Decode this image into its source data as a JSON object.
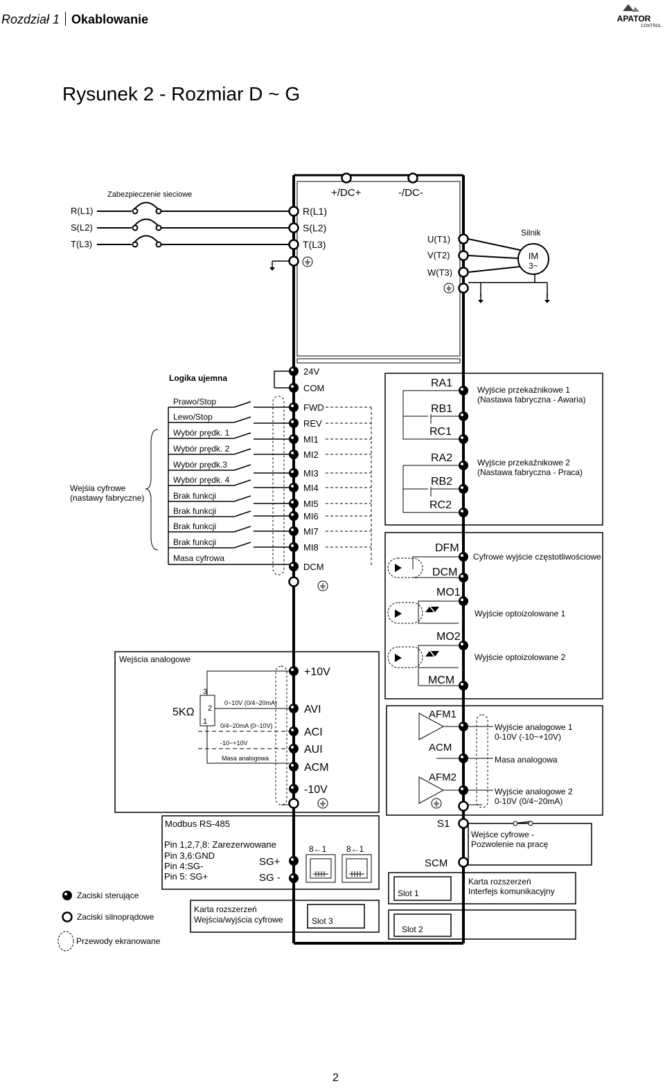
{
  "header": {
    "chapter": "Rozdział 1",
    "section": "Okablowanie",
    "logo_text": "APATOR",
    "logo_sub": "CONTROL"
  },
  "title": "Rysunek 2 - Rozmiar  D ~ G",
  "page_number": "2",
  "power": {
    "fuse_label": "Zabezpieczenie sieciowe",
    "line_inputs": [
      "R(L1)",
      "S(L2)",
      "T(L3)"
    ],
    "drive_inputs": [
      "R(L1)",
      "S(L2)",
      "T(L3)"
    ],
    "dc_labels": [
      "+/DC+",
      "-/DC-"
    ],
    "outputs": [
      "U(T1)",
      "V(T2)",
      "W(T3)"
    ],
    "motor_label": "Silnik",
    "motor_text": [
      "IM",
      "3~"
    ]
  },
  "digital_inputs": {
    "logic_label": "Logika ujemna",
    "group_label": [
      "Wejśia cyfrowe",
      "(nastawy fabryczne)"
    ],
    "functions": [
      "Prawo/Stop",
      "Lewo/Stop",
      "Wybór prędk. 1",
      "Wybór prędk. 2",
      "Wybór prędk.3",
      "Wybór prędk. 4",
      "Brak funkcji",
      "Brak funkcji",
      "Brak funkcji",
      "Brak funkcji",
      "Masa cyfrowa"
    ],
    "terminals": [
      "24V",
      "COM",
      "FWD",
      "REV",
      "MI1",
      "MI2",
      "MI3",
      "MI4",
      "MI5",
      "MI6",
      "MI7",
      "MI8",
      "DCM"
    ]
  },
  "relays": {
    "terminals": [
      "RA1",
      "RB1",
      "RC1",
      "RA2",
      "RB2",
      "RC2"
    ],
    "relay1_desc": [
      "Wyjście przekaźnikowe 1",
      "(Nastawa fabryczna - Awaria)"
    ],
    "relay2_desc": [
      "Wyjście przekaźnikowe 2",
      "(Nastawa fabryczna - Praca)"
    ]
  },
  "digital_outputs": {
    "terminals": [
      "DFM",
      "DCM",
      "MO1",
      "MO2",
      "MCM"
    ],
    "dfm_desc": "Cyfrowe wyjście częstotliwościowe",
    "mo1_desc": "Wyjście optoizolowane 1",
    "mo2_desc": "Wyjście optoizolowane 2"
  },
  "analog_inputs": {
    "box_label": "Wejścia analogowe",
    "pot_label": "5KΩ",
    "pot_pins": [
      "3",
      "2",
      "1"
    ],
    "signals": [
      "0~10V (0/4~20mA)",
      "0/4~20mA (0~10V)",
      "-10~+10V",
      "Masa analogowa"
    ],
    "terminals": [
      "+10V",
      "AVI",
      "ACI",
      "AUI",
      "ACM",
      "-10V"
    ]
  },
  "analog_outputs": {
    "terminals": [
      "AFM1",
      "ACM",
      "AFM2"
    ],
    "afm1_desc": [
      "Wyjście analogowe 1",
      "0-10V (-10~+10V)"
    ],
    "acm_desc": "Masa analogowa",
    "afm2_desc": [
      "Wyjście analogowe 2",
      "0-10V (0/4~20mA)"
    ]
  },
  "modbus": {
    "title": "Modbus RS-485",
    "pins": [
      "Pin  1,2,7,8: Zarezerwowane",
      "Pin  3,6:GND",
      "Pin  4:SG-",
      "Pin  5:  SG+"
    ],
    "terminals": [
      "SG+",
      "SG -"
    ],
    "connector_labels": [
      "8←1",
      "8←1"
    ]
  },
  "safety": {
    "terminals": [
      "S1",
      "SCM"
    ],
    "desc": [
      "Wejśce cyfrowe -",
      "Pozwolenie na pracę"
    ]
  },
  "slots": {
    "slot1": "Slot 1",
    "slot2": "Slot 2",
    "slot3": "Slot 3",
    "comm_card": [
      "Karta rozszerzeń",
      "Interfejs komunikacyjny"
    ],
    "io_card": [
      "Karta rozszerzeń",
      "Wejścia/wyjścia cyfrowe"
    ]
  },
  "legend": [
    "Zaciski sterujące",
    "Zaciski silnoprądowe",
    "Przewody ekranowane"
  ]
}
